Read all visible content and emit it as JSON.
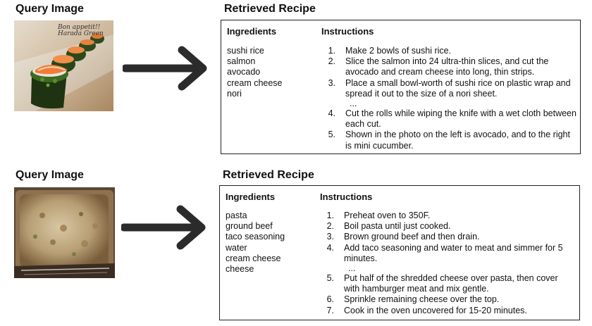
{
  "examples": [
    {
      "query_label": "Query Image",
      "retrieved_label": "Retrieved Recipe",
      "ingredients_header": "Ingredients",
      "instructions_header": "Instructions",
      "photo_caption": [
        "Bon appetit!!",
        "Harada Green"
      ],
      "ingredients": [
        "sushi rice",
        "salmon",
        "avocado",
        "cream cheese",
        "nori"
      ],
      "steps": [
        {
          "num": "1.",
          "text": "Make 2 bowls of sushi rice."
        },
        {
          "num": "2.",
          "text": "Slice the salmon into 24 ultra-thin slices, and cut the avocado and cream cheese into long, thin strips."
        },
        {
          "num": "3.",
          "text": "Place a small bowl-worth of sushi rice on plastic wrap and spread it out to the size of a nori sheet."
        },
        {
          "num": "",
          "text": "..."
        },
        {
          "num": "4.",
          "text": "Cut the rolls while wiping the knife with a wet cloth between each cut."
        },
        {
          "num": "5.",
          "text": "Shown in the photo on the left is avocado, and to the right is mini cucumber."
        }
      ]
    },
    {
      "query_label": "Query Image",
      "retrieved_label": "Retrieved Recipe",
      "ingredients_header": "Ingredients",
      "instructions_header": "Instructions",
      "ingredients": [
        "pasta",
        "ground beef",
        "taco seasoning",
        "water",
        "cream cheese",
        "cheese"
      ],
      "steps": [
        {
          "num": "1.",
          "text": "Preheat oven to 350F."
        },
        {
          "num": "2.",
          "text": "Boil pasta until just cooked."
        },
        {
          "num": "3.",
          "text": "Brown ground beef and then drain."
        },
        {
          "num": "4.",
          "text": "Add taco seasoning and water to meat and simmer for 5 minutes."
        },
        {
          "num": "",
          "text": "..."
        },
        {
          "num": "5.",
          "text": "Put half of the shredded cheese over pasta, then cover with hamburger meat and mix gentle."
        },
        {
          "num": "6.",
          "text": "Sprinkle remaining cheese over the top."
        },
        {
          "num": "7.",
          "text": "Cook in the oven uncovered for 15-20 minutes."
        }
      ]
    }
  ]
}
